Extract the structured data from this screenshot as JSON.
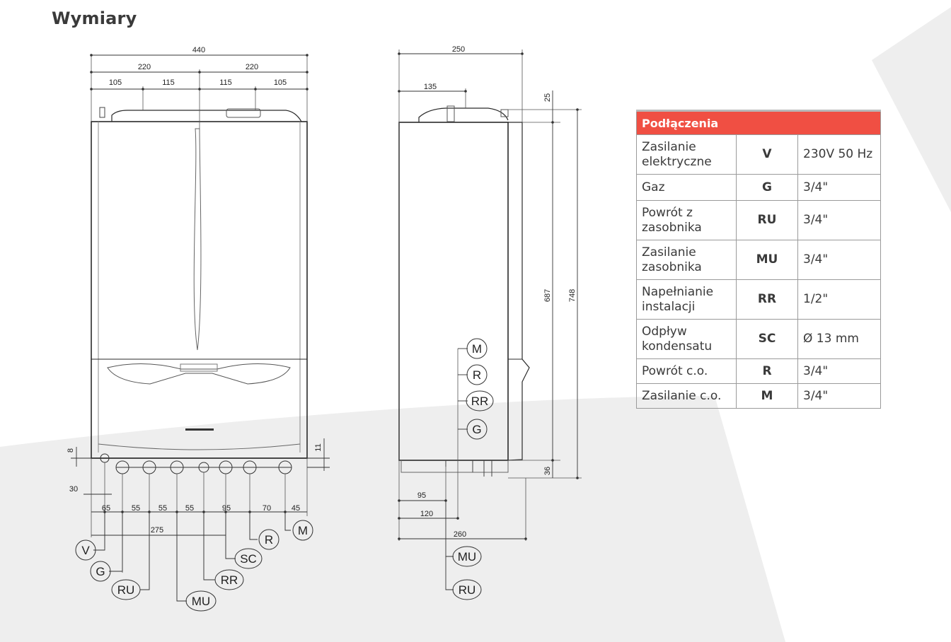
{
  "title": "Wymiary",
  "colors": {
    "accent": "#f04f43",
    "line": "#2a2a2a",
    "background_shape": "#eeeeee"
  },
  "front_view": {
    "dims_top": [
      "440",
      "220",
      "220",
      "105",
      "115",
      "115",
      "105"
    ],
    "dims_side": [
      "8",
      "11"
    ],
    "dims_bottom": [
      "30",
      "65",
      "55",
      "55",
      "55",
      "95",
      "70",
      "45",
      "275"
    ],
    "connection_labels": [
      "V",
      "G",
      "RU",
      "MU",
      "RR",
      "SC",
      "R",
      "M"
    ]
  },
  "side_view": {
    "dims": [
      "250",
      "135",
      "25",
      "687",
      "748",
      "36",
      "95",
      "120",
      "260"
    ],
    "connection_labels": [
      "M",
      "R",
      "RR",
      "G",
      "MU",
      "RU"
    ]
  },
  "connections": {
    "header": "Podłączenia",
    "rows": [
      {
        "name": "Zasilanie elektryczne",
        "code": "V",
        "value": "230V 50 Hz"
      },
      {
        "name": "Gaz",
        "code": "G",
        "value": "3/4\""
      },
      {
        "name": "Powrót z zasobnika",
        "code": "RU",
        "value": "3/4\""
      },
      {
        "name": "Zasilanie zasobnika",
        "code": "MU",
        "value": "3/4\""
      },
      {
        "name": "Napełnianie instalacji",
        "code": "RR",
        "value": "1/2\""
      },
      {
        "name": "Odpływ kondensatu",
        "code": "SC",
        "value": "Ø 13 mm"
      },
      {
        "name": "Powrót c.o.",
        "code": "R",
        "value": "3/4\""
      },
      {
        "name": "Zasilanie c.o.",
        "code": "M",
        "value": "3/4\""
      }
    ]
  }
}
